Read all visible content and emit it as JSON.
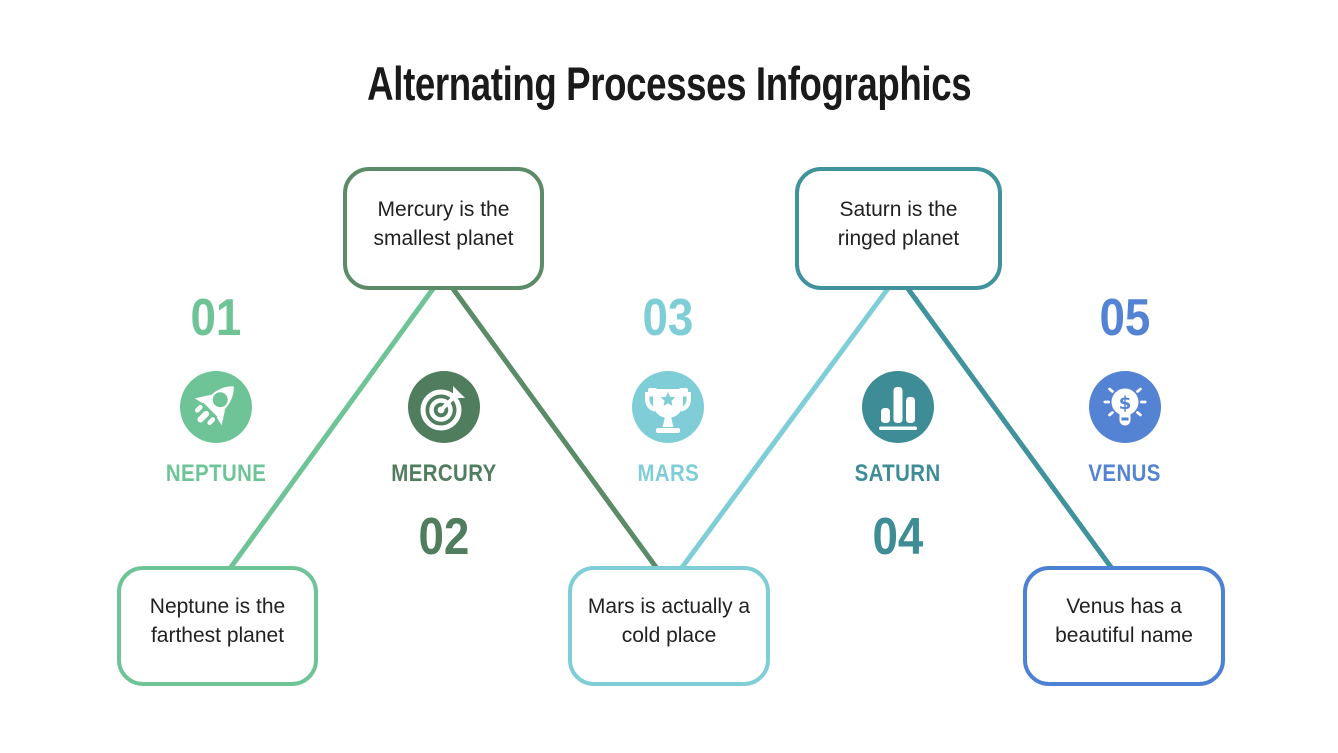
{
  "title": "Alternating Processes Infographics",
  "steps": [
    {
      "number": "01",
      "name": "NEPTUNE",
      "description": "Neptune is the\nfarthest planet",
      "color": "#6FC497",
      "icon": "rocket-icon",
      "card_position": "bottom"
    },
    {
      "number": "02",
      "name": "MERCURY",
      "description": "Mercury is the\nsmallest planet",
      "color": "#4F7D5D",
      "icon": "dart-target-icon",
      "card_position": "top"
    },
    {
      "number": "03",
      "name": "MARS",
      "description": "Mars is actually a\ncold place",
      "color": "#7FCED7",
      "icon": "trophy-icon",
      "card_position": "bottom"
    },
    {
      "number": "04",
      "name": "SATURN",
      "description": "Saturn is the\nringed planet",
      "color": "#3D8C96",
      "icon": "bar-chart-icon",
      "card_position": "top"
    },
    {
      "number": "05",
      "name": "VENUS",
      "description": "Venus has a\nbeautiful name",
      "color": "#5583D4",
      "icon": "lightbulb-dollar-icon",
      "card_position": "bottom"
    }
  ],
  "connector_colors": [
    "#6FC497",
    "#5C8B68",
    "#7FCED7",
    "#40929C"
  ],
  "card_border_colors": [
    "#6FC497",
    "#5C8B68",
    "#7FCED7",
    "#40929C",
    "#4D81D3"
  ],
  "background_color": "#FFFFFF",
  "title_color": "#1A1A1A",
  "body_text_color": "#212121"
}
